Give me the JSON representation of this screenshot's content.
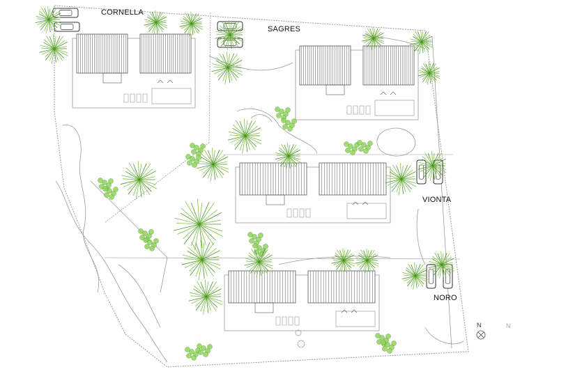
{
  "site_labels": {
    "cornella": "CORNELLA",
    "sagres": "SAGRES",
    "vionta": "VIONTA",
    "noro": "NORO"
  },
  "north_marker": {
    "label": "N",
    "label_faded": "N"
  },
  "colors": {
    "line": "#9a9a9a",
    "dark_line": "#555555",
    "tree": "#7cc24a",
    "tree_dark": "#4f8f2a",
    "shrub": "#8fd45c"
  },
  "icons": {
    "north": "compass-north-icon",
    "car": "car-icon",
    "tree": "tree-icon",
    "shrub": "shrub-icon"
  }
}
